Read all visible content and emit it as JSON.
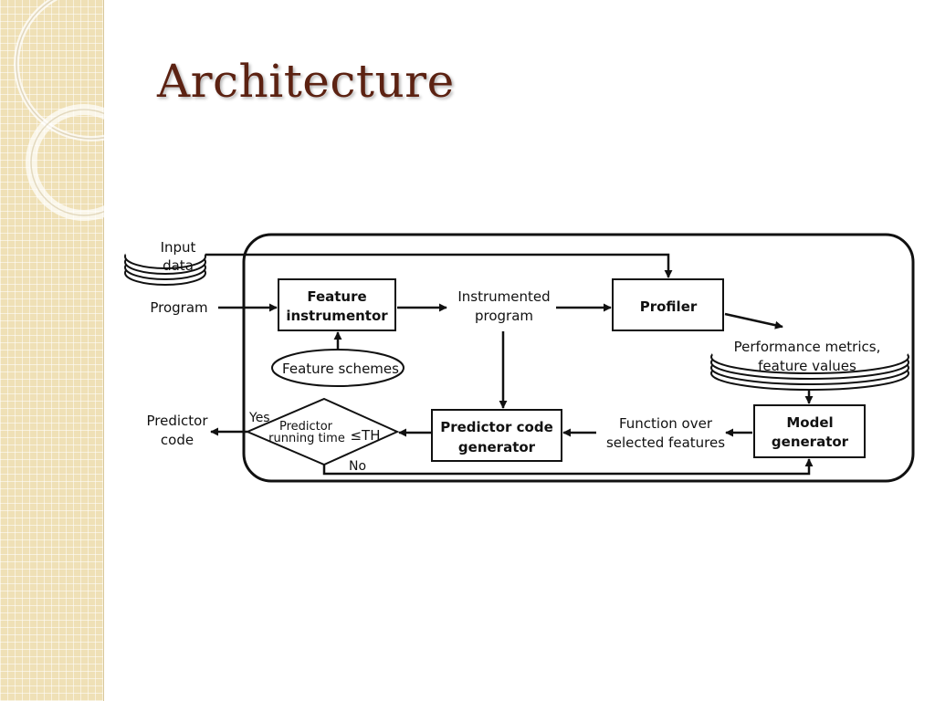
{
  "slide": {
    "title": "Architecture",
    "accent_color": "#5c2212",
    "sidebar_color": "#efe0b6"
  },
  "diagram": {
    "input_data": [
      "Input",
      "data"
    ],
    "program": "Program",
    "feature_instrumentor": [
      "Feature",
      "instrumentor"
    ],
    "feature_schemes": "Feature schemes",
    "instrumented_program": [
      "Instrumented",
      "program"
    ],
    "profiler": "Profiler",
    "performance_metrics": [
      "Performance metrics,",
      "feature values"
    ],
    "model_generator": [
      "Model",
      "generator"
    ],
    "function_over_features": [
      "Function over",
      "selected features"
    ],
    "predictor_code_generator": [
      "Predictor code",
      "generator"
    ],
    "decision": [
      "Predictor",
      "running time",
      "≤TH"
    ],
    "yes": "Yes",
    "no": "No",
    "predictor_code": [
      "Predictor",
      "code"
    ]
  }
}
